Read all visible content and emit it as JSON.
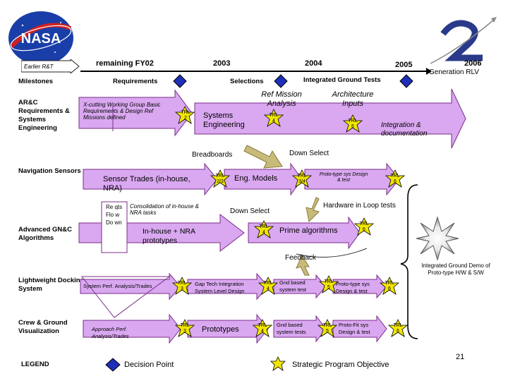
{
  "header": {
    "logo_text": "NASA",
    "earlier_rt": "Earlier R&T",
    "remaining": "remaining FY02",
    "years": [
      "2003",
      "2004",
      "2005",
      "2006"
    ],
    "gen_rlv": "Generation RLV",
    "milestones": "Milestones",
    "requirements": "Requirements",
    "selections": "Selections",
    "integrated_ground_tests": "Integrated Ground Tests"
  },
  "rows": {
    "arc": "AR&C Requirements & Systems Engineering",
    "nav": "Navigation Sensors",
    "adv": "Advanced GN&C Algorithms",
    "lw": "Lightweight Docking System",
    "crew": "Crew & Ground Visualization"
  },
  "labels": {
    "xcut": "X-cutting Working Group Basic Requirements & Design Ref Missions defined",
    "systems_eng": "Systems Engineering",
    "ref_mission": "Ref Mission Analysis",
    "arch_inputs": "Architecture Inputs",
    "integration_doc": "Integration & documentation",
    "breadboards": "Breadboards",
    "down_select_1": "Down Select",
    "sensor_trades": "Sensor Trades (in-house, NRA)",
    "eng_models": "Eng. Models",
    "proto_sys_test": "Proto-type sys Design & test",
    "req_flow": "Re qts Flo w Do wn",
    "consolidation": "Consolidation of in-house & NRA tasks",
    "down_select_2": "Down Select",
    "hil_tests": "Hardware in Loop tests",
    "inhouse_nra": "In-house + NRA prototypes",
    "prime_alg": "Prime algorithms",
    "feedback": "Feedback",
    "integrated_demo": "Integrated Ground Demo of Proto-type H/W & S/W",
    "sys_perf": "System Perf. Analysis/Trades",
    "gap_tech": "Gap Tech Integration System Level Design",
    "gnd_based_1": "Gnd based system test",
    "proto_sys_2": "Proto-type sys Design & test",
    "approach_perf": "Approach Perf. Analysis/Trades",
    "prototypes": "Prototypes",
    "gnd_based_2": "Gnd based system tests",
    "proto_fit": "Proto-Fit sys Design & test"
  },
  "trl": {
    "prefix": "TRL",
    "arc_1": "2",
    "arc_2": "4",
    "arc_3": "6",
    "nav_1": "2/3",
    "nav_2": "3/4",
    "nav_3": "6",
    "adv_1": "4",
    "adv_2": "6",
    "lw_1": "3",
    "lw_2": "4",
    "lw_3": "5",
    "lw_4": "6",
    "cr_1": "3",
    "cr_2": "4",
    "cr_3": "5",
    "cr_4": "6"
  },
  "legend": {
    "title": "LEGEND",
    "decision": "Decision Point",
    "objective": "Strategic Program Objective"
  },
  "page_number": "21",
  "colors": {
    "arrow_fill": "#d9a8f0",
    "arrow_stroke": "#7a2c8a",
    "diamond": "#1f2fb8",
    "trl_star": "#f2e600",
    "down_select_arrow": "#c8bb7a"
  }
}
